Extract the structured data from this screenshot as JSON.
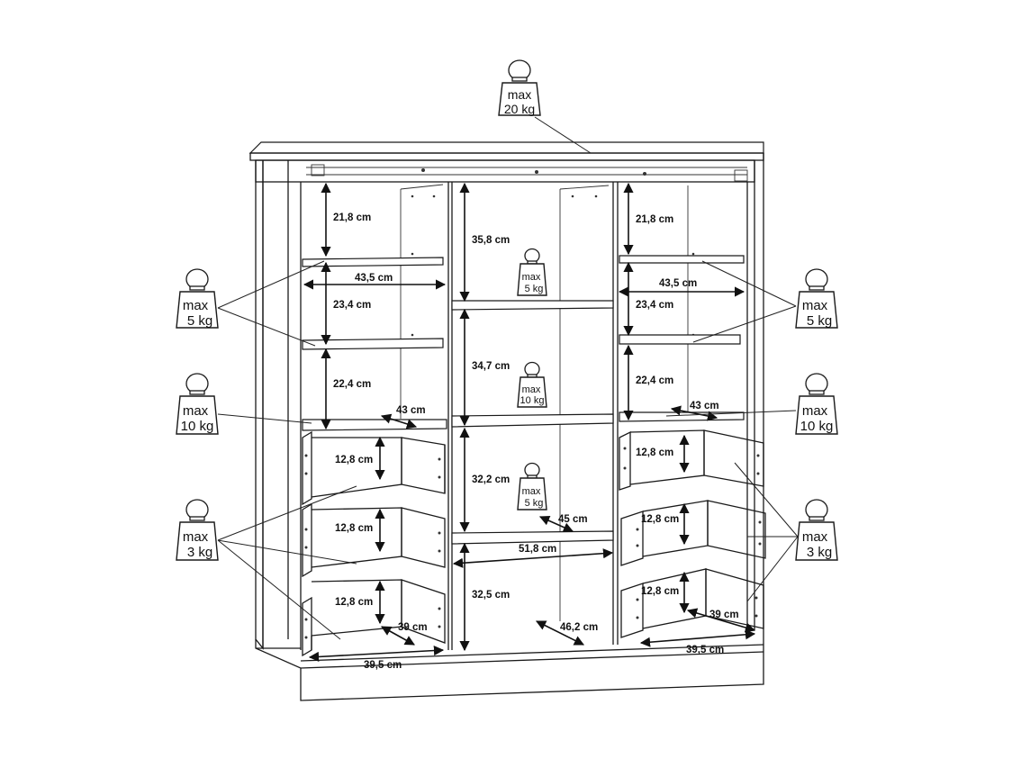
{
  "colors": {
    "line": "#1a1a1a",
    "background": "#ffffff"
  },
  "weights": {
    "top": {
      "line1": "max",
      "line2": "20 kg"
    },
    "left_shelves": {
      "line1": "max",
      "line2": "5 kg"
    },
    "left_bottom_shelf": {
      "line1": "max",
      "line2": "10 kg"
    },
    "left_drawers": {
      "line1": "max",
      "line2": "3 kg"
    },
    "right_shelves": {
      "line1": "max",
      "line2": "5 kg"
    },
    "right_bottom_shelf": {
      "line1": "max",
      "line2": "10 kg"
    },
    "right_drawers": {
      "line1": "max",
      "line2": "3 kg"
    },
    "middle_1": {
      "line1": "max",
      "line2": "5 kg"
    },
    "middle_2": {
      "line1": "max",
      "line2": "10 kg"
    },
    "middle_3": {
      "line1": "max",
      "line2": "5 kg"
    }
  },
  "dimensions": {
    "left_gap_1": "21,8 cm",
    "left_width": "43,5 cm",
    "left_gap_2": "23,4 cm",
    "left_gap_3": "22,4 cm",
    "left_depth": "43 cm",
    "left_drawer_1": "12,8 cm",
    "left_drawer_2": "12,8 cm",
    "left_drawer_3": "12,8 cm",
    "left_drawer_depth": "39 cm",
    "left_drawer_width": "39,5 cm",
    "mid_gap_1": "35,8 cm",
    "mid_gap_2": "34,7 cm",
    "mid_gap_3": "32,2 cm",
    "mid_depth_shelf": "45 cm",
    "mid_width": "51,8 cm",
    "mid_gap_4": "32,5 cm",
    "mid_depth_bottom": "46,2 cm",
    "right_gap_1": "21,8 cm",
    "right_width": "43,5 cm",
    "right_gap_2": "23,4 cm",
    "right_gap_3": "22,4 cm",
    "right_depth": "43 cm",
    "right_drawer_1": "12,8 cm",
    "right_drawer_2": "12,8 cm",
    "right_drawer_3": "12,8 cm",
    "right_drawer_depth": "39 cm",
    "right_drawer_width": "39,5 cm"
  }
}
